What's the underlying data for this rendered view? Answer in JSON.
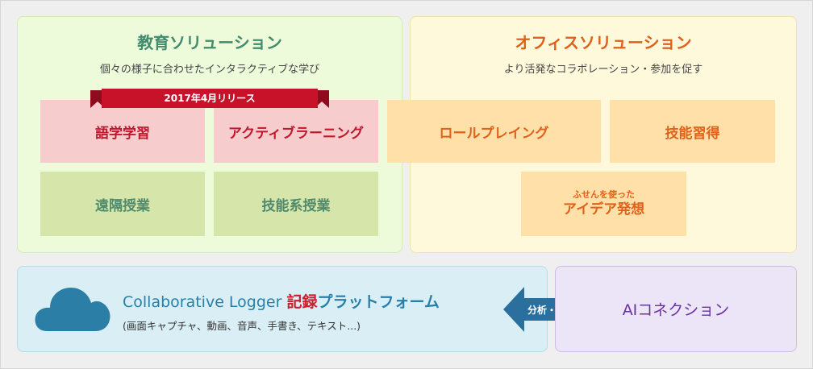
{
  "education": {
    "title": "教育ソリューション",
    "subtitle": "個々の様子に合わせたインタラクティブな学び",
    "ribbon": "2017年4月リリース",
    "tiles": [
      "語学学習",
      "アクティブラーニング",
      "遠隔授業",
      "技能系授業"
    ]
  },
  "office": {
    "title": "オフィスソリューション",
    "subtitle": "より活発なコラボレーション・参加を促す",
    "tiles": [
      "ロールプレイング",
      "技能習得"
    ],
    "idea_small": "ふせんを使った",
    "idea_big": "アイデア発想"
  },
  "logger": {
    "title_part1": "Collaborative Logger ",
    "title_part2": "記録",
    "title_part3": "プラットフォーム",
    "subtitle": "(画面キャプチャ、動画、音声、手書き、テキスト...)"
  },
  "connector": {
    "label": "分析・解析"
  },
  "ai": {
    "label": "AIコネクション"
  },
  "colors": {
    "edu_title": "#3f8d6e",
    "office_title": "#e0611b",
    "ribbon": "#c8122a",
    "cloud": "#2b7fa6",
    "arrow": "#2a6f9e"
  }
}
